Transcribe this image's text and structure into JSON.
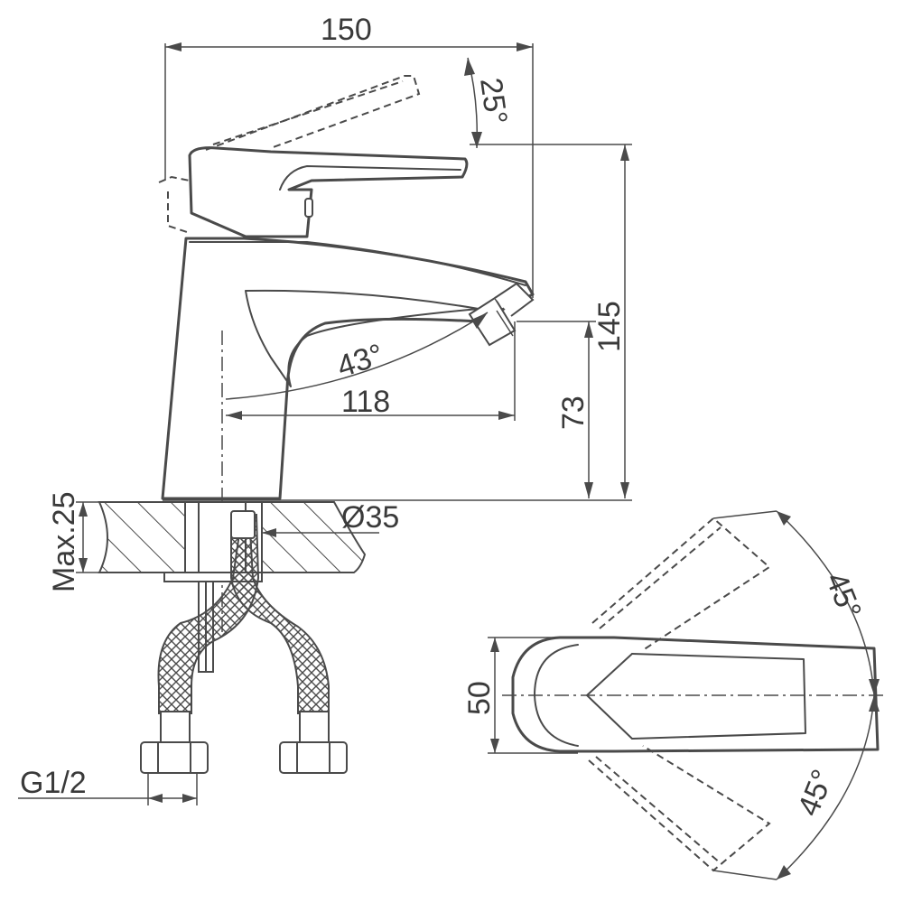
{
  "dimensions": {
    "width_total": "150",
    "handle_angle": "25°",
    "height_total": "145",
    "spout_angle": "43°",
    "spout_reach": "118",
    "spout_height": "73",
    "mount_max": "Max.25",
    "hole_diameter": "Ø35",
    "connection": "G1/2",
    "body_width": "50",
    "rotation_upper": "45°",
    "rotation_lower": "45°"
  }
}
